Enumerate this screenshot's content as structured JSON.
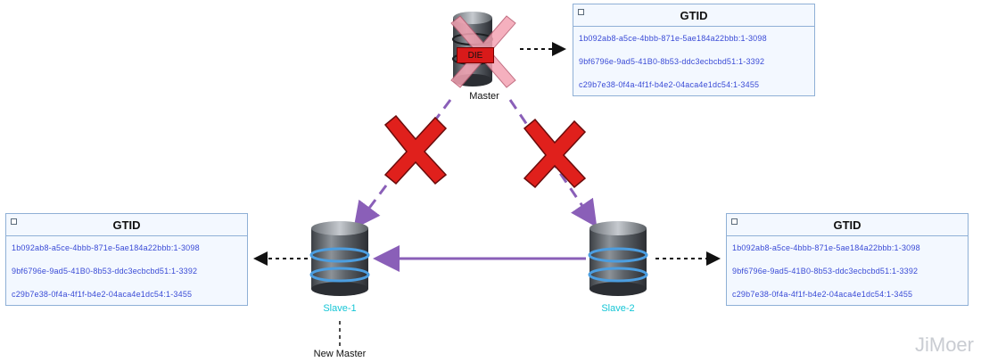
{
  "master": {
    "label": "Master",
    "status_badge": "DIE"
  },
  "slave1": {
    "label": "Slave-1",
    "role_note": "New Master"
  },
  "slave2": {
    "label": "Slave-2"
  },
  "gtid_tables": [
    {
      "title": "GTID",
      "rows": [
        "1b092ab8-a5ce-4bbb-871e-5ae184a22bbb:1-3098",
        "9bf6796e-9ad5-41B0-8b53-ddc3ecbcbd51:1-3392",
        "c29b7e38-0f4a-4f1f-b4e2-04aca4e1dc54:1-3455"
      ]
    },
    {
      "title": "GTID",
      "rows": [
        "1b092ab8-a5ce-4bbb-871e-5ae184a22bbb:1-3098",
        "9bf6796e-9ad5-41B0-8b53-ddc3ecbcbd51:1-3392",
        "c29b7e38-0f4a-4f1f-b4e2-04aca4e1dc54:1-3455"
      ]
    },
    {
      "title": "GTID",
      "rows": [
        "1b092ab8-a5ce-4bbb-871e-5ae184a22bbb:1-3098",
        "9bf6796e-9ad5-41B0-8b53-ddc3ecbcbd51:1-3392",
        "c29b7e38-0f4a-4f1f-b4e2-04aca4e1dc54:1-3455"
      ]
    }
  ],
  "watermark": "JiMoer",
  "colors": {
    "link_purple": "#8a5fb8",
    "cross_red": "#e0201c",
    "slave_label": "#15c6d6",
    "gtid_text": "#3a4bd6"
  }
}
